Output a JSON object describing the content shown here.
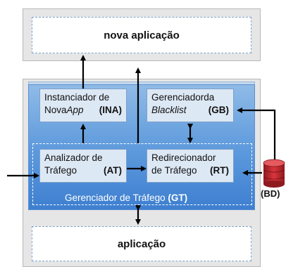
{
  "top_box": {
    "label": "nova aplicação"
  },
  "bottom_box": {
    "label": "aplicação"
  },
  "modules": {
    "ina": {
      "line1": "Instanciador de",
      "line2_a": "Nova",
      "line2_italic": "App",
      "tag": "(INA)"
    },
    "gb": {
      "line1": "Gerenciadorda",
      "line2_italic": "Blacklist",
      "tag": "(GB)"
    },
    "at": {
      "line1": "Analizador de",
      "line2": "Tráfego",
      "tag": "(AT)"
    },
    "rt": {
      "line1": "Redirecionador",
      "line2": "de Tráfego",
      "tag": "(RT)"
    }
  },
  "traffic_manager": {
    "label": "Gerenciador de Tráfego",
    "tag": "(GT)"
  },
  "database": {
    "label": "(BD)",
    "icon": "database-icon",
    "color": "#c0272d"
  },
  "colors": {
    "gt_blue": "#5b98dc",
    "module_fill": "#dde8f5",
    "outer_blue": "#c4d8ee"
  }
}
